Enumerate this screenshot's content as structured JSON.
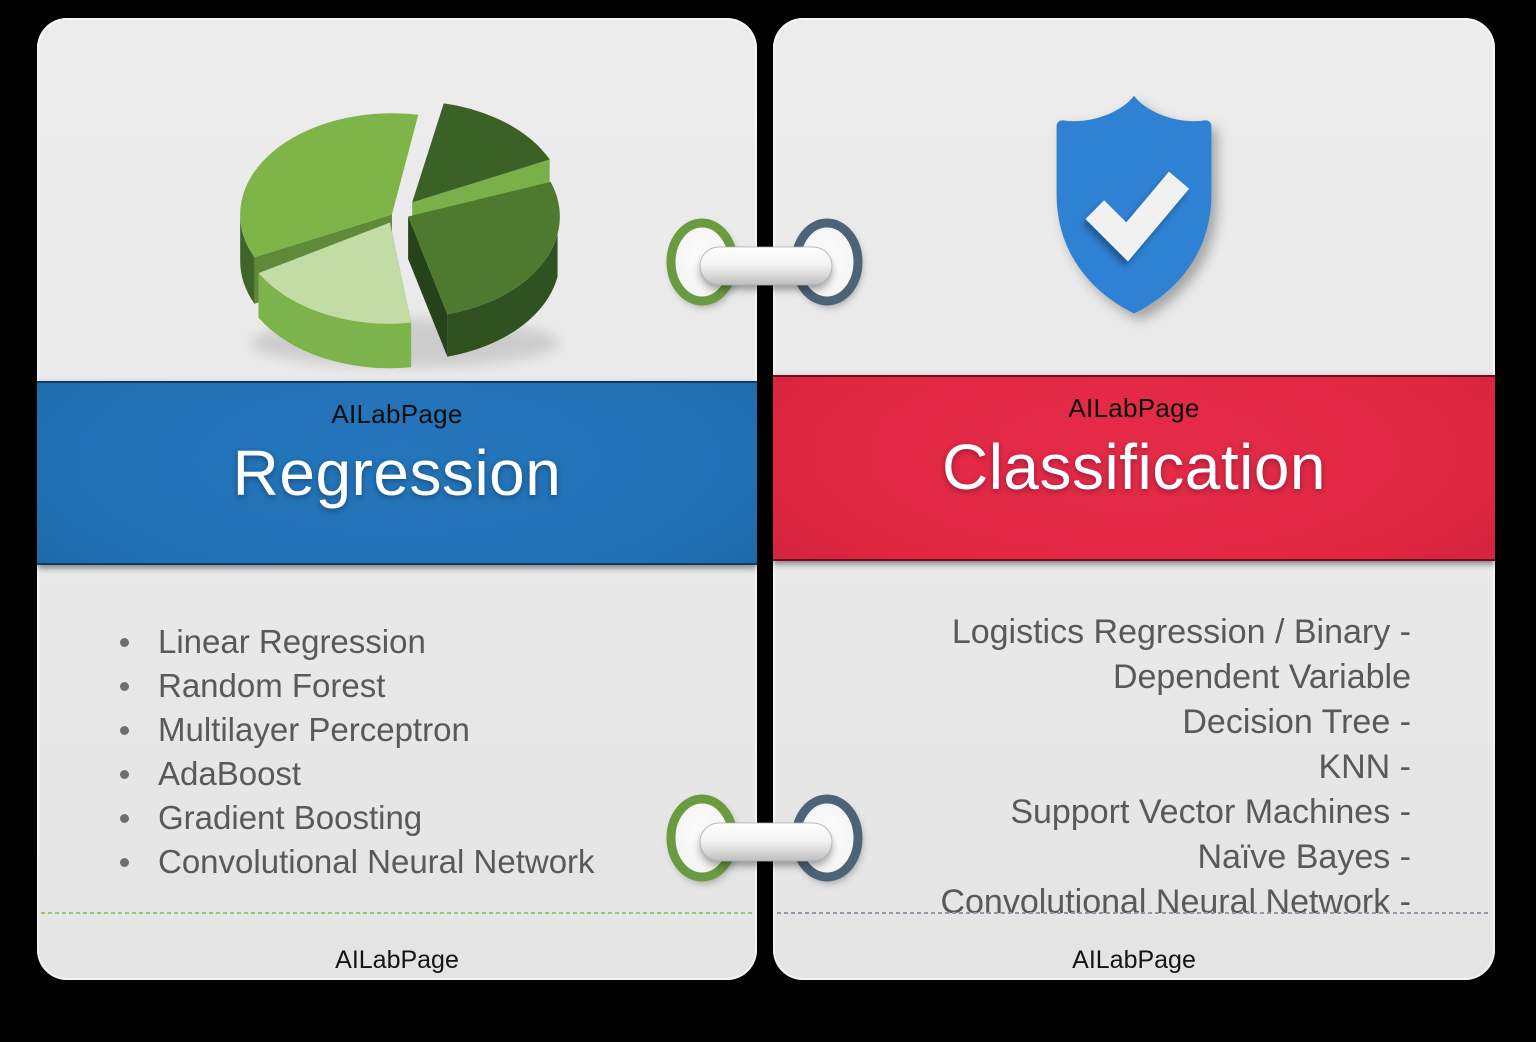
{
  "page": {
    "background_color": "#000000"
  },
  "left_card": {
    "icon": "pie-chart-3d-icon",
    "brand": "AILabPage",
    "title": "Regression",
    "banner_color": "#2171B5",
    "items": [
      "Linear Regression",
      "Random Forest",
      "Multilayer Perceptron",
      "AdaBoost",
      "Gradient Boosting",
      "Convolutional Neural Network"
    ],
    "footer": "AILabPage"
  },
  "right_card": {
    "icon": "shield-check-icon",
    "brand": "AILabPage",
    "title": "Classification",
    "banner_color": "#E02742",
    "items": [
      "Logistics Regression / Binary -",
      "Dependent Variable",
      "Decision Tree -",
      "KNN -",
      "Support Vector Machines -",
      "Naïve Bayes -",
      "Convolutional Neural Network -"
    ],
    "footer": "AILabPage"
  },
  "binder": {
    "left_ring_color": "#6B9B40",
    "right_ring_color": "#4D6378",
    "strap_color": "#E9E9E9"
  },
  "icon_colors": {
    "pie_green": "#7EB448",
    "shield_blue": "#2E81D3"
  }
}
